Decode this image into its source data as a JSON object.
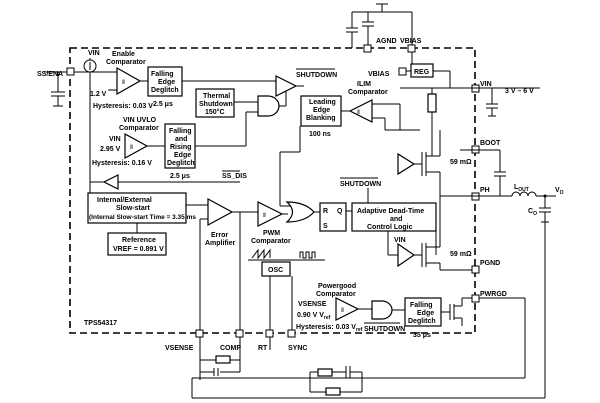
{
  "pins": {
    "vin_top": "VIN",
    "ss_ena": "SS/ENA",
    "agnd": "AGND",
    "vbias": "VBIAS",
    "vin_right": "VIN",
    "boot": "BOOT",
    "ph": "PH",
    "pgnd": "PGND",
    "pwrgd": "PWRGD",
    "vsense": "VSENSE",
    "comp": "COMP",
    "rt": "RT",
    "sync": "SYNC"
  },
  "supply_range": "3 V – 6 V",
  "vo": "V",
  "vo_sub": "O",
  "lout": "L",
  "lout_sub": "OUT",
  "co": "C",
  "co_sub": "O",
  "enable": {
    "title1": "Enable",
    "title2": "Comparator",
    "threshold": "1.2 V",
    "hysteresis": "Hysteresis: 0.03 V"
  },
  "falling_deglitch_top": {
    "l1": "Falling",
    "l2": "Edge",
    "l3": "Deglitch",
    "time": "2.5 μs"
  },
  "thermal": {
    "l1": "Thermal",
    "l2": "Shutdown",
    "l3": "150°C"
  },
  "uvlo": {
    "title": "VIN UVLO",
    "title2": "Comparator",
    "vin": "VIN",
    "threshold": "2.95 V",
    "hysteresis": "Hysteresis: 0.16 V"
  },
  "rising_deglitch": {
    "l1": "Falling",
    "l2": "and",
    "l3": "Rising",
    "l4": "Edge",
    "l5": "Deglitch",
    "time": "2.5 μs"
  },
  "ss_dis": "SS_DIS",
  "shutdown": "SHUTDOWN",
  "leading_edge": {
    "l1": "Leading",
    "l2": "Edge",
    "l3": "Blanking",
    "time": "100 ns"
  },
  "ilim": {
    "l1": "ILIM",
    "l2": "Comparator"
  },
  "vbias_label": "VBIAS",
  "reg": "REG",
  "softstart": {
    "l1": "Internal/External",
    "l2": "Slow-start",
    "l3": "(Internal Slow-start Time = 3.35 ms"
  },
  "reference": {
    "l1": "Reference",
    "l2": "VREF = 0.891 V"
  },
  "error_amp": {
    "l1": "Error",
    "l2": "Amplifier"
  },
  "pwm": {
    "l1": "PWM",
    "l2": "Comparator"
  },
  "latch": {
    "r": "R",
    "s": "S",
    "q": "Q"
  },
  "deadtime": {
    "l1": "Adaptive Dead-Time",
    "l2": "and",
    "l3": "Control Logic"
  },
  "shutdown_mid": "SHUTDOWN",
  "fet_top": "59 mΩ",
  "fet_bottom": "59 mΩ",
  "vin_low": "VIN",
  "osc": "OSC",
  "powergood": {
    "title1": "Powergood",
    "title2": "Comparator",
    "vsense": "VSENSE",
    "threshold": "0.90 V",
    "ref": "ref",
    "hysteresis": "Hysteresis: 0.03 V",
    "ref2": "ref"
  },
  "pg_deglitch": {
    "l1": "Falling",
    "l2": "Edge",
    "l3": "Deglitch",
    "time": "35 μs"
  },
  "shutdown_pg": "SHUTDOWN",
  "part_number": "TPS54317",
  "icons": [
    "comparator-triangle",
    "and-gate",
    "or-gate",
    "sr-latch",
    "mosfet",
    "inductor",
    "capacitor",
    "resistor",
    "current-source"
  ]
}
